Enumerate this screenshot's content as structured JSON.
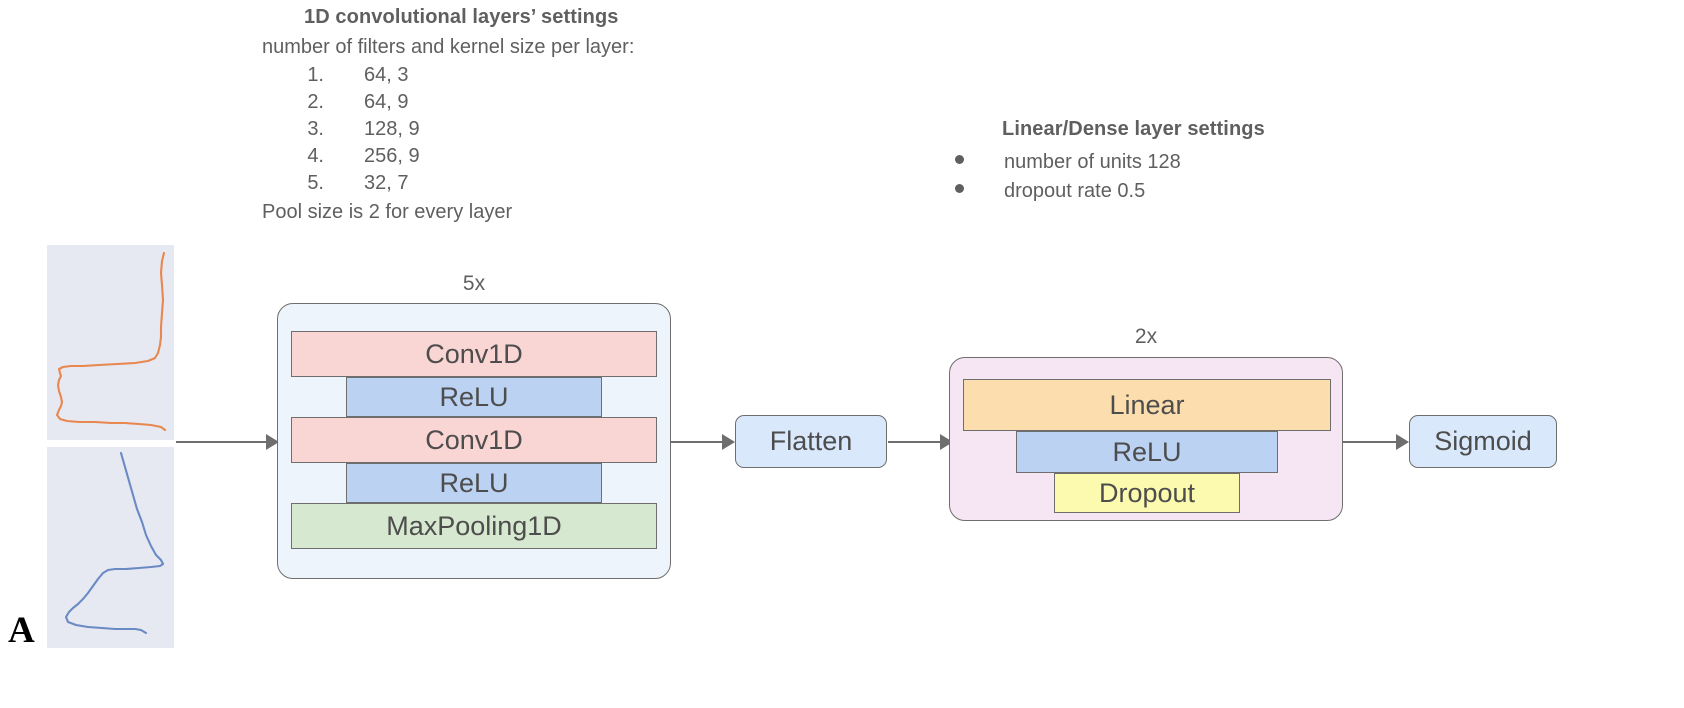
{
  "panel": {
    "letter": "A"
  },
  "conv_settings": {
    "title": "1D convolutional layers’ settings",
    "subtitle": "number of filters and kernel size per layer:",
    "layers": [
      {
        "num": "1.",
        "value": "64, 3"
      },
      {
        "num": "2.",
        "value": "64, 9"
      },
      {
        "num": "3.",
        "value": "128, 9"
      },
      {
        "num": "4.",
        "value": "256, 9"
      },
      {
        "num": "5.",
        "value": "32, 7"
      }
    ],
    "footer": "Pool size is 2 for every layer"
  },
  "dense_settings": {
    "title": "Linear/Dense layer settings",
    "bullets": [
      "number of units 128",
      "dropout rate 0.5"
    ]
  },
  "inputs": {
    "top_plot": {
      "name": "orange-signal-plot",
      "color": "#e8884f",
      "background": "#e6e8f2"
    },
    "bottom_plot": {
      "name": "blue-signal-plot",
      "color": "#6a8ac4",
      "background": "#e6e8f2"
    }
  },
  "pipeline": {
    "conv_block": {
      "repeat_label": "5x",
      "layers": [
        {
          "label": "Conv1D",
          "color": "#f9d5d3"
        },
        {
          "label": "ReLU",
          "color": "#bbd2f2"
        },
        {
          "label": "Conv1D",
          "color": "#f9d5d3"
        },
        {
          "label": "ReLU",
          "color": "#bbd2f2"
        },
        {
          "label": "MaxPooling1D",
          "color": "#d7e8d0"
        }
      ],
      "background": "#eef4fb"
    },
    "flatten": {
      "label": "Flatten",
      "color": "#dae8fc"
    },
    "dense_block": {
      "repeat_label": "2x",
      "layers": [
        {
          "label": "Linear",
          "color": "#fcddad"
        },
        {
          "label": "ReLU",
          "color": "#bbd2f2"
        },
        {
          "label": "Dropout",
          "color": "#fbfaae"
        }
      ],
      "background": "#f6e6f3"
    },
    "sigmoid": {
      "label": "Sigmoid",
      "color": "#dae8fc"
    }
  }
}
